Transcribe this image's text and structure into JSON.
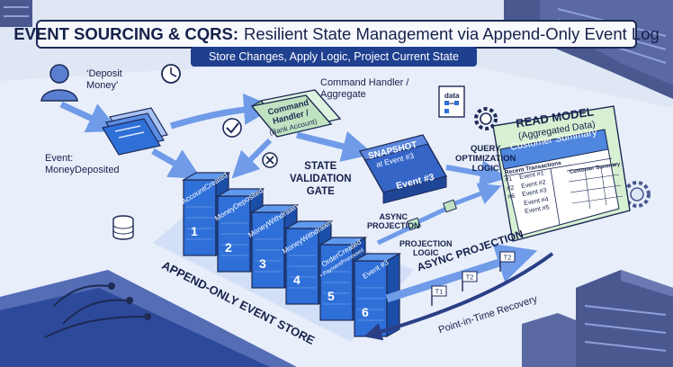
{
  "title": {
    "bold": "EVENT SOURCING & CQRS:",
    "rest": "Resilient State Management via Append-Only Event Log"
  },
  "subtitle": "Store Changes, Apply Logic, Project Current State",
  "labels": {
    "deposit_money": [
      "‘Deposit",
      "Money’"
    ],
    "event_label": [
      "Event:",
      "MoneyDeposited"
    ],
    "command_handler_caption": [
      "Command Handler /",
      "Aggregate"
    ],
    "command_handler_box": [
      "Command",
      "Handler /",
      "(Bank Account)"
    ],
    "validation_gate": [
      "STATE",
      "VALIDATION",
      "GATE"
    ],
    "snapshot": [
      "SNAPSHOT",
      "at Event #3"
    ],
    "snapshot_event": "Event #3",
    "query_optimization": [
      "QUERY",
      "OPTIMIZATION",
      "LOGIC"
    ],
    "async_projection_small": [
      "ASYNC",
      "PROJECTION"
    ],
    "projection_logic": [
      "PROJECTION",
      "LOGIC"
    ],
    "async_projection_big": "ASYNC PROJECTION",
    "event_store": "APPEND-ONLY EVENT STORE",
    "point_in_time": "Point-in-Time Recovery",
    "data_doc": "data"
  },
  "read_model": {
    "title": "READ MODEL",
    "subtitle": "(Aggregated Data)",
    "panel_title": "Customer Summary",
    "recent_header": "Recent Transactions",
    "summary_header": "Customer Summary",
    "rows": [
      {
        "id": "#1",
        "event": "Event #1"
      },
      {
        "id": "#2",
        "event": "Event #2"
      },
      {
        "id": "#6",
        "event": "Event #3"
      },
      {
        "id": "",
        "event": "Event #4"
      },
      {
        "id": "",
        "event": "Event #5"
      }
    ]
  },
  "event_blocks": [
    {
      "number": "1",
      "label": "AccountCreated",
      "sub": ""
    },
    {
      "number": "2",
      "label": "MoneyDeposited",
      "sub": ""
    },
    {
      "number": "3",
      "label": "MoneyWithdrawn",
      "sub": ""
    },
    {
      "number": "4",
      "label": "MoneyWithdrawn",
      "sub": ""
    },
    {
      "number": "5",
      "label": "OrderCreated",
      "sub": "• PaymentProcessed"
    },
    {
      "number": "6",
      "label": "Event #3",
      "sub": ""
    }
  ],
  "timeline_flags": [
    "T1",
    "T2",
    "T2"
  ],
  "colors": {
    "navy": "#1d2a55",
    "block_front": "#2f6fd8",
    "block_side": "#1b4ea8",
    "block_top": "#5f99ee",
    "command_green": "#bfe3c0",
    "snapshot_blue": "#3565c7",
    "readmodel_green": "#d7f0d2",
    "floor": "#e7eefa",
    "server": "#4a5890"
  }
}
